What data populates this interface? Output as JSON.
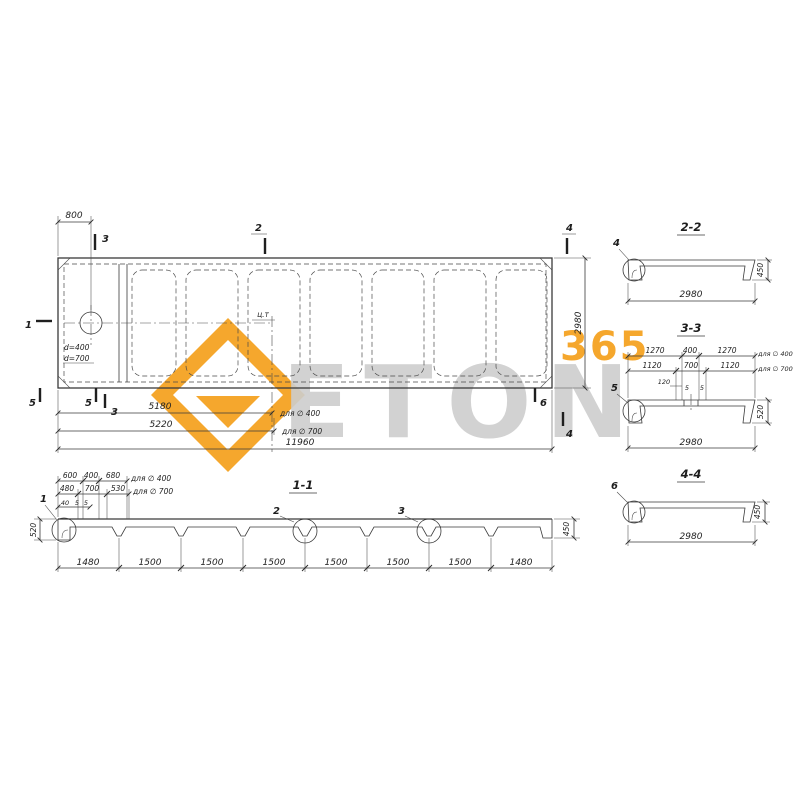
{
  "watermark": {
    "brand": "ETON",
    "number": "365",
    "accent": "#f5a11e",
    "gray": "#c9c9c9"
  },
  "plan": {
    "dim_800": "800",
    "dim_5180": "5180",
    "note_5180": "для ∅ 400",
    "dim_5220": "5220",
    "note_5220": "для ∅ 700",
    "dim_total": "11960",
    "dim_width": "2980",
    "center_of_gravity": "ц.т",
    "hole_label_1": "d=400",
    "hole_label_2": "d=700",
    "marks": {
      "s3_top": "3",
      "s3_bottom": "3",
      "s2_top": "2",
      "s4_top": "4",
      "s4_bottom": "4",
      "s1_left": "1",
      "s5_a": "5",
      "s5_b": "5",
      "s6": "6"
    }
  },
  "section_1_1": {
    "title": "1-1",
    "top_row1": [
      "600",
      "400",
      "680"
    ],
    "top_row1_note": "для ∅ 400",
    "top_row2": [
      "480",
      "700",
      "530"
    ],
    "top_row2_note": "для ∅ 700",
    "top_row3": [
      "40",
      "5",
      "5"
    ],
    "height_left": "520",
    "height_right": "450",
    "balloon_1": "1",
    "balloon_2": "2",
    "balloon_3": "3",
    "bottom_dims": [
      "1480",
      "1500",
      "1500",
      "1500",
      "1500",
      "1500",
      "1500",
      "1480"
    ]
  },
  "detail_2_2": {
    "title": "2-2",
    "balloon": "4",
    "width": "2980",
    "height": "450"
  },
  "detail_3_3": {
    "title": "3-3",
    "balloon": "5",
    "width": "2980",
    "height": "520",
    "top_row1": [
      "1270",
      "400",
      "1270"
    ],
    "top_row1_note": "для ∅ 400",
    "top_row2": [
      "1120",
      "700",
      "1120"
    ],
    "top_row2_note": "для ∅ 700",
    "top_row3": [
      "120",
      "5",
      "5"
    ]
  },
  "detail_4_4": {
    "title": "4-4",
    "balloon": "6",
    "width": "2980",
    "height": "450"
  }
}
